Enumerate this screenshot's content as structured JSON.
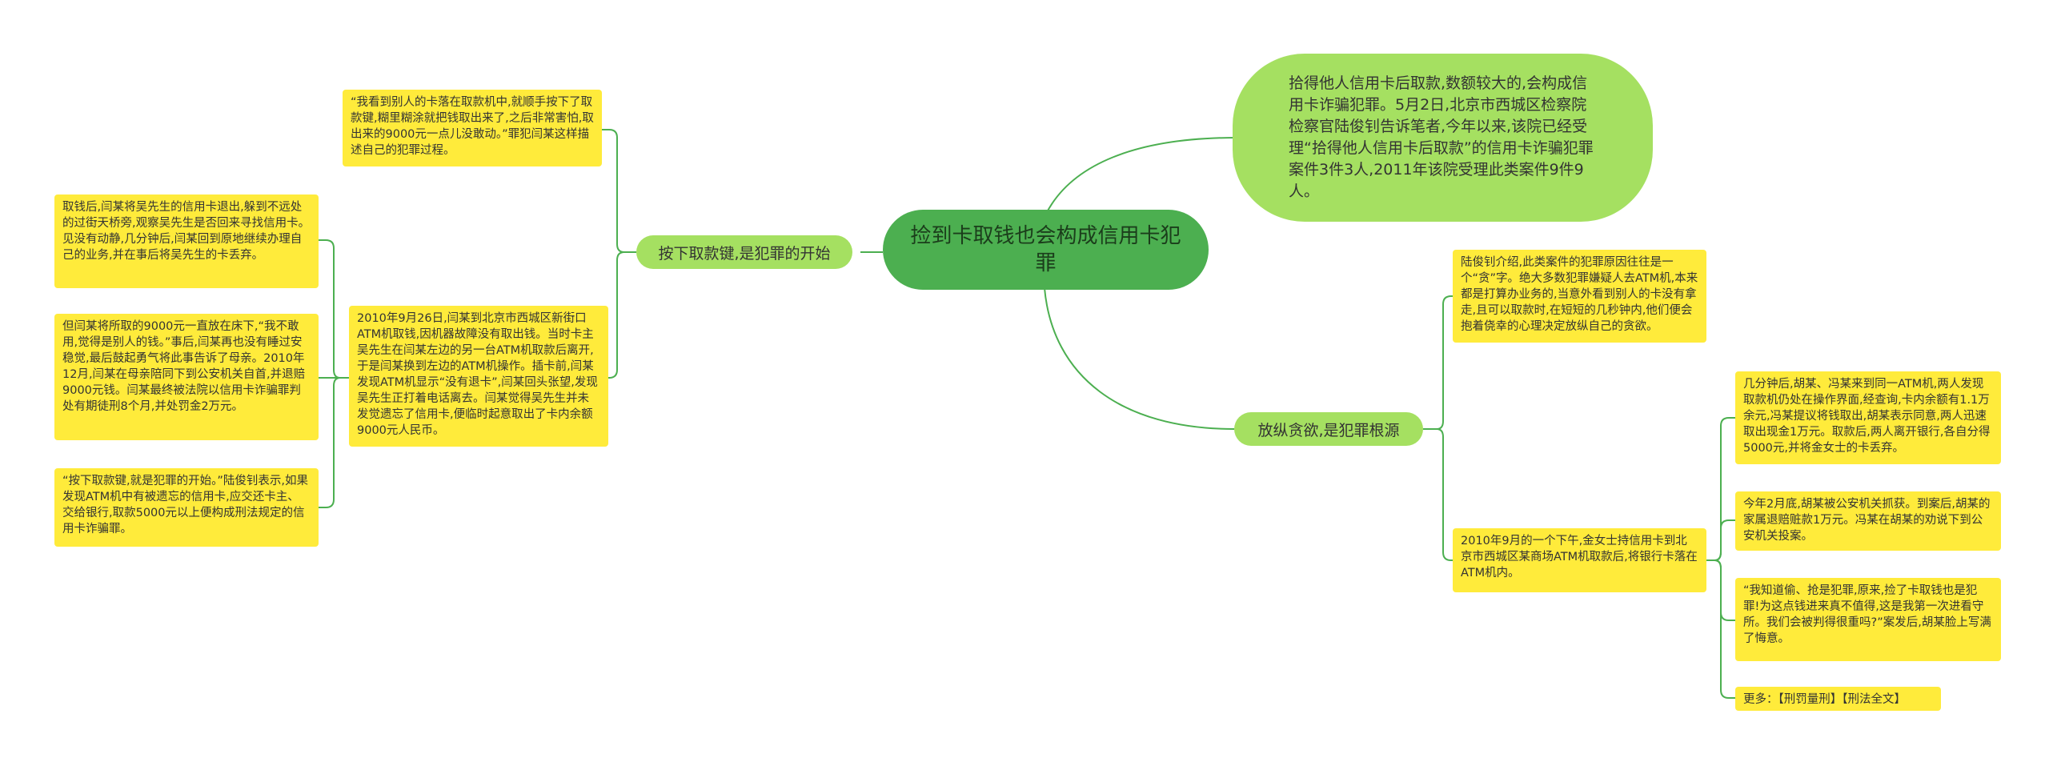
{
  "root": {
    "title": "捡到卡取钱也会构成信用卡犯罪"
  },
  "intro": "拾得他人信用卡后取款,数额较大的,会构成信用卡诈骗犯罪。5月2日,北京市西城区检察院检察官陆俊钊告诉笔者,今年以来,该院已经受理“拾得他人信用卡后取款”的信用卡诈骗犯罪案件3件3人,2011年该院受理此类案件9件9人。",
  "left_branch": {
    "label": "按下取款键,是犯罪的开始",
    "quote": "“我看到别人的卡落在取款机中,就顺手按下了取款键,糊里糊涂就把钱取出来了,之后非常害怕,取出来的9000元一点儿没敢动。”罪犯闫某这样描述自己的犯罪过程。",
    "story": "2010年9月26日,闫某到北京市西城区新街口ATM机取钱,因机器故障没有取出钱。当时卡主吴先生在闫某左边的另一台ATM机取款后离开,于是闫某换到左边的ATM机操作。插卡前,闫某发现ATM机显示“没有退卡”,闫某回头张望,发现吴先生正打着电话离去。闫某觉得吴先生并未发觉遗忘了信用卡,便临时起意取出了卡内余额9000元人民币。",
    "details": [
      "取钱后,闫某将吴先生的信用卡退出,躲到不远处的过街天桥旁,观察吴先生是否回来寻找信用卡。见没有动静,几分钟后,闫某回到原地继续办理自己的业务,并在事后将吴先生的卡丢弃。",
      "但闫某将所取的9000元一直放在床下,“我不敢用,觉得是别人的钱。”事后,闫某再也没有睡过安稳觉,最后鼓起勇气将此事告诉了母亲。2010年12月,闫某在母亲陪同下到公安机关自首,并退赔9000元钱。闫某最终被法院以信用卡诈骗罪判处有期徒刑8个月,并处罚金2万元。",
      "“按下取款键,就是犯罪的开始。”陆俊钊表示,如果发现ATM机中有被遗忘的信用卡,应交还卡主、交给银行,取款5000元以上便构成刑法规定的信用卡诈骗罪。"
    ]
  },
  "right_branch": {
    "label": "放纵贪欲,是犯罪根源",
    "analysis": "陆俊钊介绍,此类案件的犯罪原因往往是一个“贪”字。绝大多数犯罪嫌疑人去ATM机,本来都是打算办业务的,当意外看到别人的卡没有拿走,且可以取款时,在短短的几秒钟内,他们便会抱着侥幸的心理决定放纵自己的贪欲。",
    "case": "2010年9月的一个下午,金女士持信用卡到北京市西城区某商场ATM机取款后,将银行卡落在ATM机内。",
    "details": [
      "几分钟后,胡某、冯某来到同一ATM机,两人发现取款机仍处在操作界面,经查询,卡内余额有1.1万余元,冯某提议将钱取出,胡某表示同意,两人迅速取出现金1万元。取款后,两人离开银行,各自分得5000元,并将金女士的卡丢弃。",
      "今年2月底,胡某被公安机关抓获。到案后,胡某的家属退赔赃款1万元。冯某在胡某的劝说下到公安机关投案。",
      "“我知道偷、抢是犯罪,原来,捡了卡取钱也是犯罪!为这点钱进来真不值得,这是我第一次进看守所。我们会被判得很重吗?”案发后,胡某脸上写满了悔意。",
      "更多：【刑罚量刑】【刑法全文】"
    ]
  },
  "colors": {
    "root": "#4caf50",
    "bubble": "#a5e061",
    "note": "#ffeb3b",
    "line": "#4caf50"
  }
}
